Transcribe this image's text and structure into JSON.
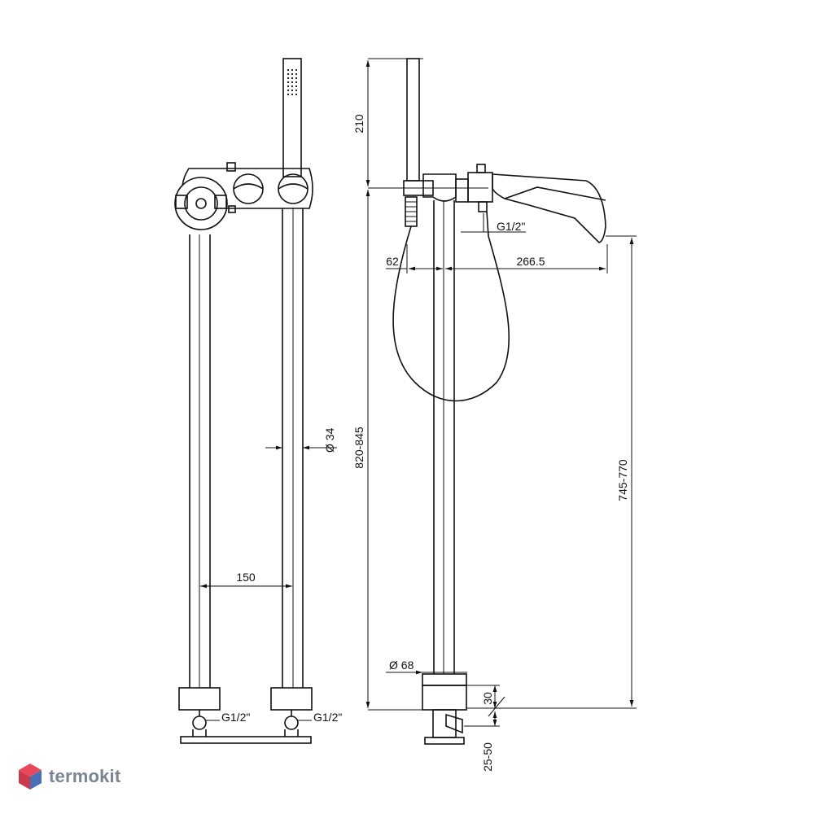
{
  "dimensions": {
    "handshower_height": "210",
    "spout_offset": "62",
    "spout_reach": "266.5",
    "connection_right": "G1/2\"",
    "pipe_diameter": "Ø 34",
    "total_height": "820-845",
    "spout_height": "745-770",
    "pipe_spacing": "150",
    "base_diameter": "Ø 68",
    "base_height": "30",
    "floor_adjust": "25-50",
    "connection_left_1": "G1/2\"",
    "connection_left_2": "G1/2\""
  },
  "logo": {
    "text": "termokit",
    "colors": {
      "top": "#e8485a",
      "side": "#4a6fb5",
      "text": "#7a8594"
    }
  }
}
